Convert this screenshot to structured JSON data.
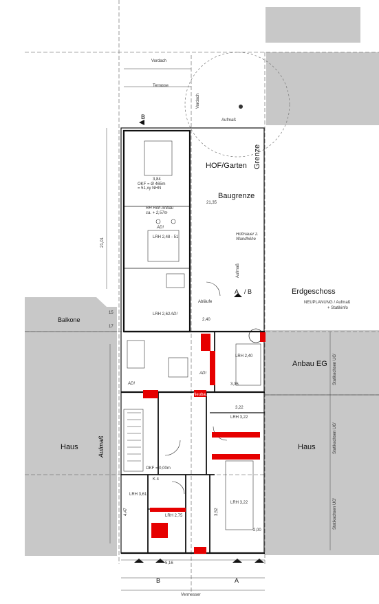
{
  "title": "Erdgeschoss",
  "subtitle_line1": "NEUPLANUNG / Aufmaß",
  "subtitle_line2": "+ Statikinfo",
  "labels": {
    "hof_garten": "HOF/Garten",
    "grenze": "Grenze",
    "baugrenze": "Baugrenze",
    "balkone": "Balkone",
    "haus_left": "Haus",
    "haus_right": "Haus",
    "anbau_eg": "Anbau EG",
    "aufmass_vertical": "Aufmaß",
    "vordach_top": "Vordach",
    "terrasse": "Terrasse",
    "vordach_vertical": "Vordach",
    "aufmass_top": "Aufmaß",
    "b_top": "B",
    "b_bottom": "B",
    "a_bottom": "A",
    "a_mid": "A",
    "b_mid": "/ B",
    "vermesser": "Vermesser",
    "okf_upper": "OKF = Ø 465m",
    "okf_upper2": "= 51,xy NHN",
    "rh_roh": "RH Roh Anbau",
    "rh_roh2": "ca. + 2,57m",
    "lrh_1": "LRH 2,48 - 51",
    "lrh_2": "LRH 2,62",
    "lrh_3": "LRH 2,40",
    "lrh_4": "LRH 3,22",
    "lrh_5": "LRH 3,61",
    "lrh_6": "LRH 2,75",
    "lrh_7": "LRH 3,22",
    "okf_lower": "OKF = 0,00m",
    "ad": "AD!",
    "hofmauer": "Hofmauer z.",
    "hofmauer2": "Wandhöhe",
    "abläufe": "Abläufe",
    "aufmass_right": "Aufmaß",
    "statik_1": "Statikachsen UG'",
    "statik_2": "Statikachsen UG'",
    "statik_3": "Statikachsen UG'",
    "dim_384": "3,84",
    "dim_2135": "21,35",
    "dim_2101": "21,01",
    "dim_335": "3,35",
    "dim_322": "3,22",
    "dim_352": "3,52",
    "dim_447": "4,47",
    "dim_240": "2,40",
    "dim_516": "5,16",
    "dim_200": "2,00",
    "k4": "K 4",
    "neubau": "Neubau",
    "dim_15": "15",
    "dim_17": "17"
  }
}
